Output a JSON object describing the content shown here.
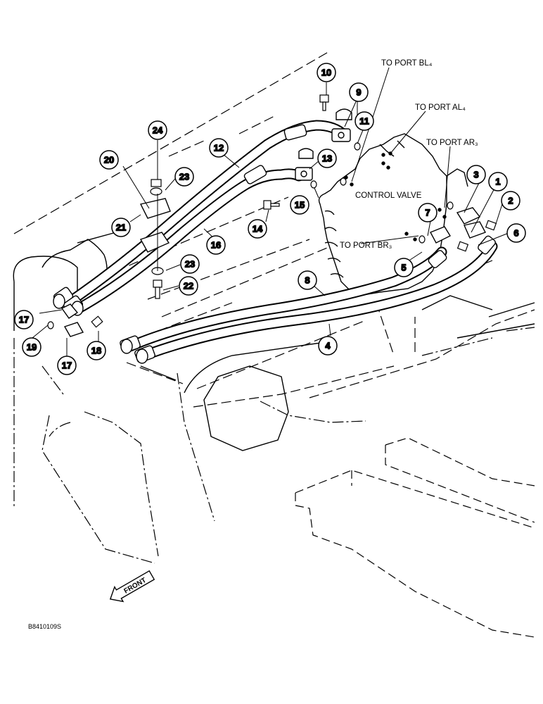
{
  "diagram": {
    "labels": {
      "port_bl4": "TO PORT BL₄",
      "port_al4": "TO PORT AL₄",
      "port_ar3": "TO PORT AR₃",
      "port_br3": "TO PORT BR₃",
      "control_valve": "CONTROL VALVE",
      "front": "FRONT",
      "figure_id": "B8410109S"
    },
    "callouts": {
      "c1": "1",
      "c2": "2",
      "c3": "3",
      "c4": "4",
      "c5": "5",
      "c6": "6",
      "c7": "7",
      "c8": "8",
      "c9": "9",
      "c10": "10",
      "c11": "11",
      "c12": "12",
      "c13": "13",
      "c14": "14",
      "c15": "15",
      "c16": "16",
      "c17a": "17",
      "c17b": "17",
      "c18": "18",
      "c19": "19",
      "c20": "20",
      "c21": "21",
      "c22": "22",
      "c23a": "23",
      "c23b": "23",
      "c24": "24"
    }
  }
}
